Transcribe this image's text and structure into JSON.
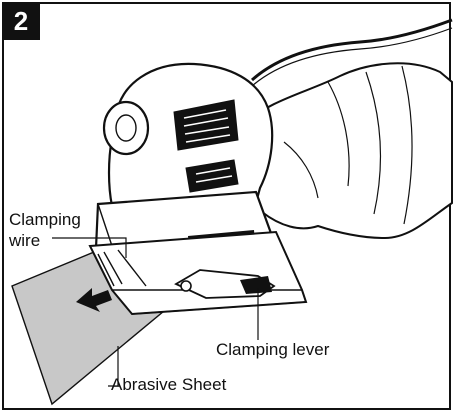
{
  "figure": {
    "step_number": "2",
    "labels": {
      "clamping_wire_line1": "Clamping",
      "clamping_wire_line2": "wire",
      "clamping_lever": "Clamping lever",
      "abrasive_sheet": "Abrasive Sheet"
    },
    "colors": {
      "ink": "#111111",
      "sheet_fill": "#c8c8c8",
      "tool_fill": "#ffffff",
      "badge_fill": "#111111"
    }
  }
}
